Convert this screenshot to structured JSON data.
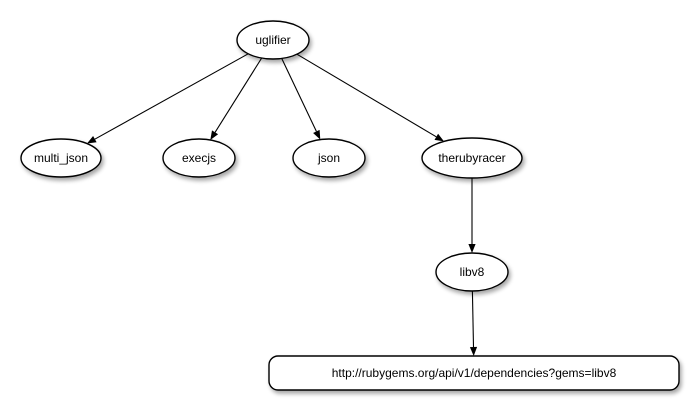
{
  "graph": {
    "nodes": [
      {
        "id": "uglifier",
        "label": "uglifier",
        "shape": "ellipse"
      },
      {
        "id": "multi_json",
        "label": "multi_json",
        "shape": "ellipse"
      },
      {
        "id": "execjs",
        "label": "execjs",
        "shape": "ellipse"
      },
      {
        "id": "json",
        "label": "json",
        "shape": "ellipse"
      },
      {
        "id": "therubyracer",
        "label": "therubyracer",
        "shape": "ellipse"
      },
      {
        "id": "libv8",
        "label": "libv8",
        "shape": "ellipse"
      },
      {
        "id": "url",
        "label": "http://rubygems.org/api/v1/dependencies?gems=libv8",
        "shape": "rounded-rect"
      }
    ],
    "edges": [
      {
        "from": "uglifier",
        "to": "multi_json"
      },
      {
        "from": "uglifier",
        "to": "execjs"
      },
      {
        "from": "uglifier",
        "to": "json"
      },
      {
        "from": "uglifier",
        "to": "therubyracer"
      },
      {
        "from": "therubyracer",
        "to": "libv8"
      },
      {
        "from": "libv8",
        "to": "url"
      }
    ],
    "colors": {
      "stroke": "#000000",
      "fill": "#ffffff",
      "shadow": "#c8c8c8",
      "text": "#000000"
    }
  }
}
